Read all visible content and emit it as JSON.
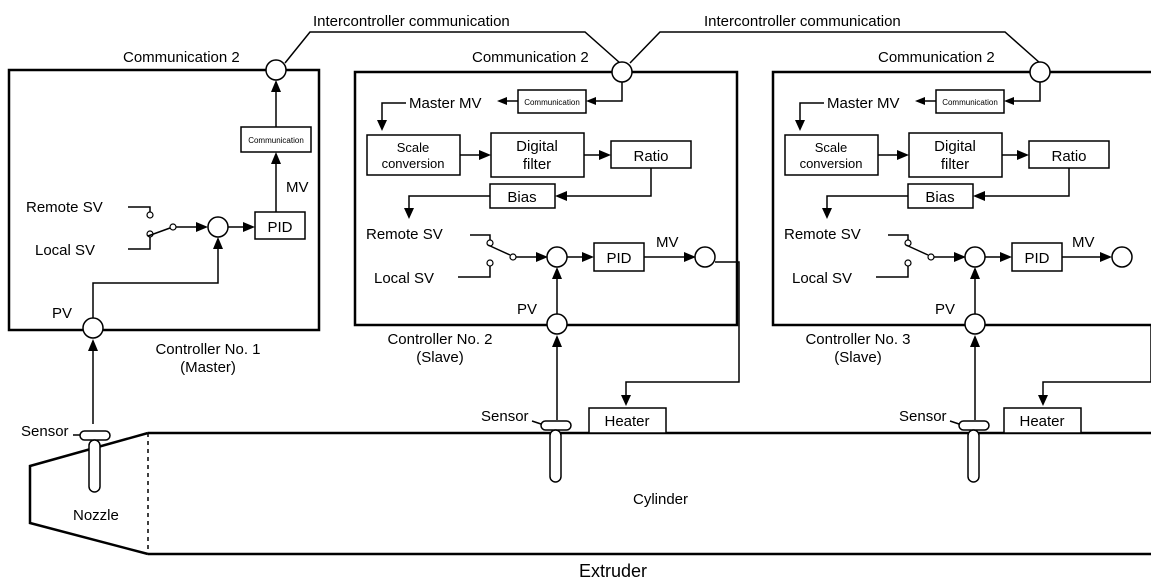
{
  "links": {
    "intercontroller_1": "Intercontroller communication",
    "intercontroller_2": "Intercontroller communication"
  },
  "controller_1": {
    "comm_port": "Communication 2",
    "comm_block": "Communication",
    "mv": "MV",
    "pid": "PID",
    "remote_sv": "Remote SV",
    "local_sv": "Local SV",
    "pv": "PV",
    "name": "Controller No. 1",
    "role": "(Master)"
  },
  "controller_2": {
    "comm_port": "Communication 2",
    "comm_block": "Communication",
    "master_mv": "Master MV",
    "scale_1": "Scale",
    "scale_2": "conversion",
    "filter_1": "Digital",
    "filter_2": "filter",
    "ratio": "Ratio",
    "bias": "Bias",
    "remote_sv": "Remote SV",
    "local_sv": "Local SV",
    "pid": "PID",
    "mv": "MV",
    "pv": "PV",
    "name": "Controller No. 2",
    "role": "(Slave)"
  },
  "controller_3": {
    "comm_port": "Communication 2",
    "comm_block": "Communication",
    "master_mv": "Master MV",
    "scale_1": "Scale",
    "scale_2": "conversion",
    "filter_1": "Digital",
    "filter_2": "filter",
    "ratio": "Ratio",
    "bias": "Bias",
    "remote_sv": "Remote SV",
    "local_sv": "Local SV",
    "pid": "PID",
    "mv": "MV",
    "pv": "PV",
    "name": "Controller No. 3",
    "role": "(Slave)"
  },
  "plant": {
    "sensor_1": "Sensor",
    "nozzle": "Nozzle",
    "sensor_2": "Sensor",
    "heater_2": "Heater",
    "sensor_3": "Sensor",
    "heater_3": "Heater",
    "cylinder": "Cylinder",
    "extruder": "Extruder"
  }
}
